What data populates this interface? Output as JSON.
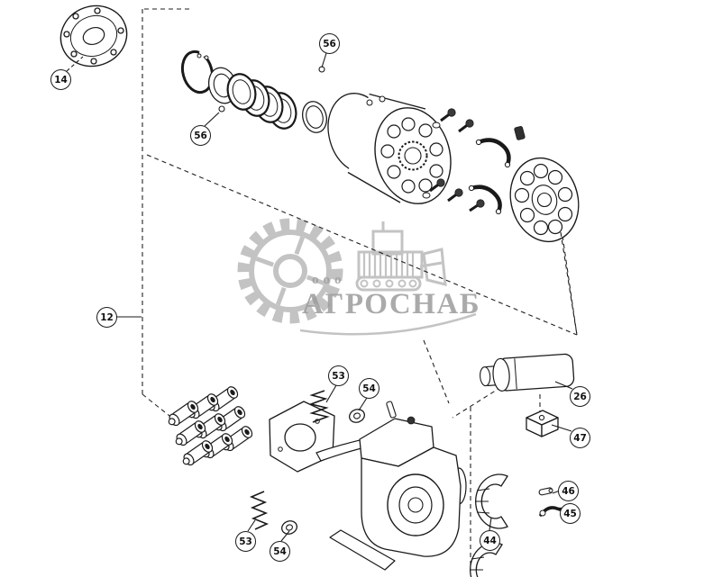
{
  "diagram": {
    "callouts": [
      {
        "id": "14",
        "label": "14"
      },
      {
        "id": "56-top",
        "label": "56"
      },
      {
        "id": "56-left",
        "label": "56"
      },
      {
        "id": "12",
        "label": "12"
      },
      {
        "id": "53-upper",
        "label": "53"
      },
      {
        "id": "54-upper",
        "label": "54"
      },
      {
        "id": "26",
        "label": "26"
      },
      {
        "id": "47",
        "label": "47"
      },
      {
        "id": "46",
        "label": "46"
      },
      {
        "id": "45",
        "label": "45"
      },
      {
        "id": "44",
        "label": "44"
      },
      {
        "id": "53-lower",
        "label": "53"
      },
      {
        "id": "54-lower",
        "label": "54"
      }
    ],
    "watermark": {
      "prefix": "ооо",
      "name": "АГРОСНАБ"
    },
    "colors": {
      "line": "#1a1a1a",
      "watermark": "#b0b0b0",
      "background": "#ffffff"
    }
  }
}
